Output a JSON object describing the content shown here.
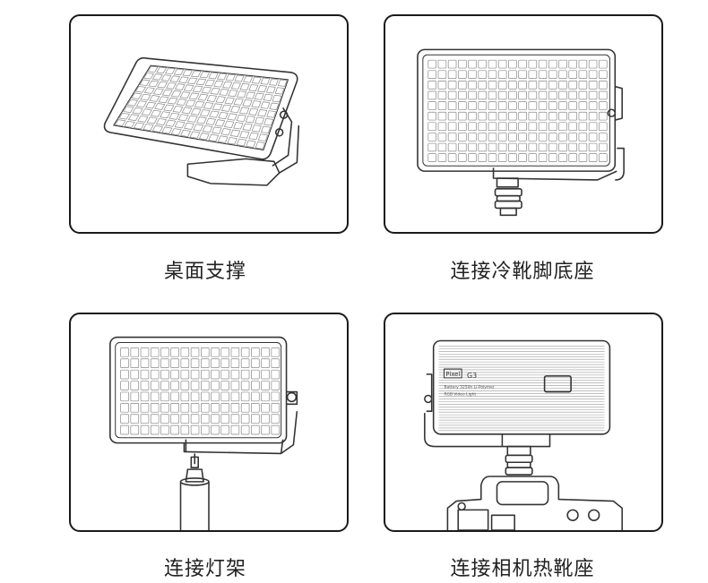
{
  "panels": [
    {
      "caption": "桌面支撑"
    },
    {
      "caption": "连接冷靴脚底座"
    },
    {
      "caption": "连接灯架"
    },
    {
      "caption": "连接相机热靴座",
      "device": {
        "brand": "Pixel",
        "model": "G3",
        "line1": "Battery 3250h Li-Polymer",
        "line2": "RGB Video Light"
      }
    }
  ]
}
